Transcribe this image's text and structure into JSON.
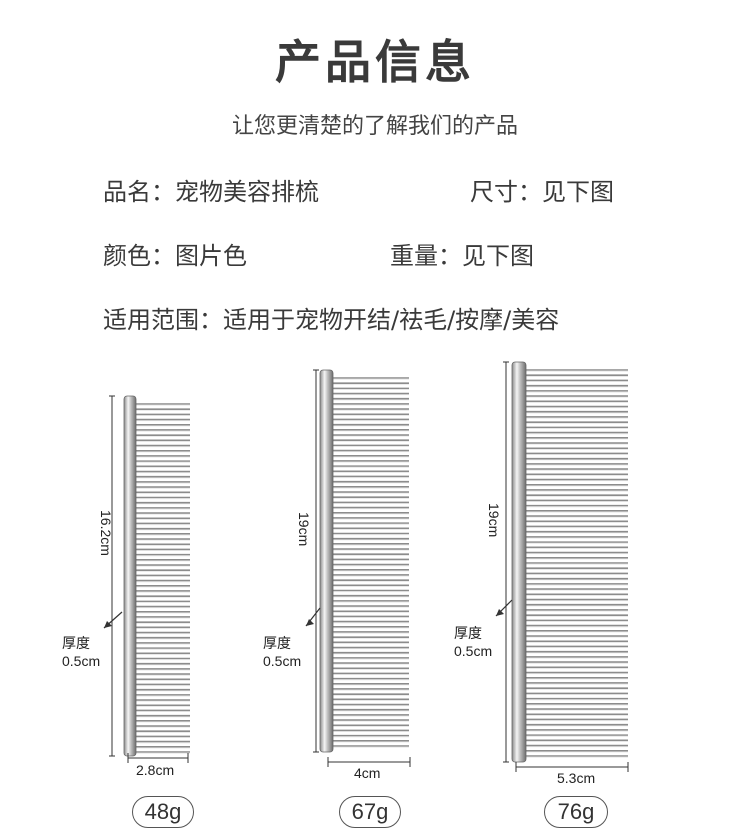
{
  "header": {
    "title": "产品信息",
    "subtitle": "让您更清楚的了解我们的产品"
  },
  "info": {
    "name_label": "品名：",
    "name_value": "宠物美容排梳",
    "size_label": "尺寸：",
    "size_value": "见下图",
    "color_label": "颜色：",
    "color_value": "图片色",
    "weight_label": "重量：",
    "weight_value": "见下图",
    "usage_label": "适用范围：",
    "usage_value": "适用于宠物开结/祛毛/按摩/美容"
  },
  "combs": [
    {
      "length": "16.2cm",
      "thickness_label": "厚度",
      "thickness": "0.5cm",
      "width": "2.8cm",
      "weight": "48g"
    },
    {
      "length": "19cm",
      "thickness_label": "厚度",
      "thickness": "0.5cm",
      "width": "4cm",
      "weight": "67g"
    },
    {
      "length": "19cm",
      "thickness_label": "厚度",
      "thickness": "0.5cm",
      "width": "5.3cm",
      "weight": "76g"
    }
  ],
  "colors": {
    "text": "#3a3a3a",
    "metal_light": "#f2f2f2",
    "metal_dark": "#7a7a7a"
  }
}
